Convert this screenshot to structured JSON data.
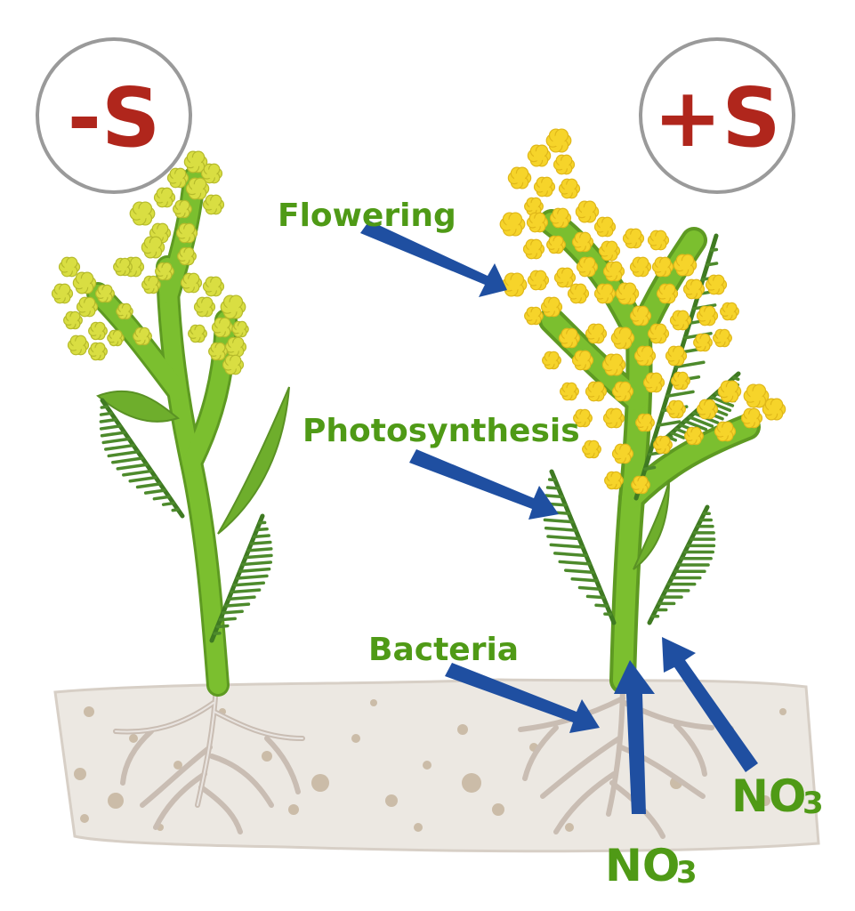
{
  "conditions": {
    "left": "-S",
    "right": "+S"
  },
  "labels": {
    "flowering": "Flowering",
    "photosynthesis": "Photosynthesis",
    "bacteria": "Bacteria",
    "nitrate_left": "NO",
    "nitrate_right": "NO",
    "nitrate_subscript": "3"
  },
  "colors": {
    "label_green": "#4f9a16",
    "condition_red": "#b0261c",
    "arrow_blue": "#1f4fa1",
    "stem_green": "#7bbf2f",
    "leaf_dark_green": "#4d8a2c",
    "flower_yellow_left": "#d9de42",
    "flower_yellow_right": "#f6d42a",
    "soil": "#ece8e2",
    "root": "#c9bdb3"
  }
}
